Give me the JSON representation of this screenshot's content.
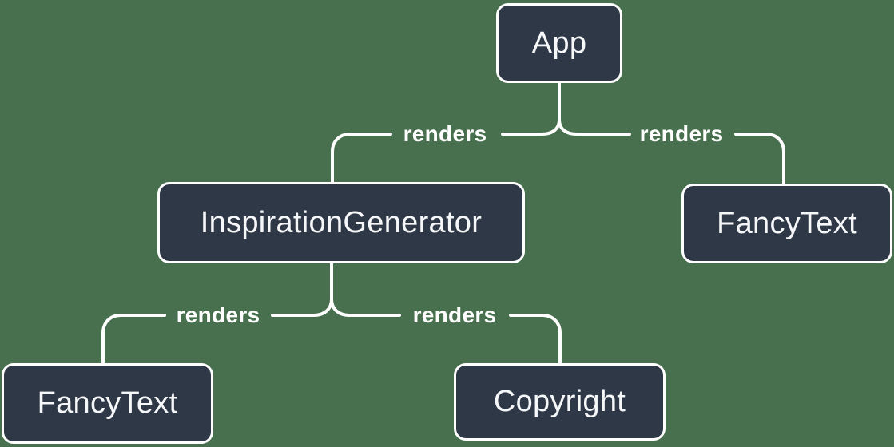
{
  "diagram": {
    "type": "component-render-tree",
    "colors": {
      "background": "#48704E",
      "node_fill": "#2F3847",
      "node_border": "#FFFFFF",
      "wire": "#FFFFFF",
      "node_text": "#F6F7F9",
      "edge_label_text": "#FFFFFF"
    },
    "nodes": {
      "app": {
        "label": "App"
      },
      "inspiration_generator": {
        "label": "InspirationGenerator"
      },
      "fancy_text_top": {
        "label": "FancyText"
      },
      "fancy_text_bottom": {
        "label": "FancyText"
      },
      "copyright": {
        "label": "Copyright"
      }
    },
    "edges": [
      {
        "from": "App",
        "to": "InspirationGenerator",
        "label": "renders"
      },
      {
        "from": "App",
        "to": "FancyText",
        "label": "renders"
      },
      {
        "from": "InspirationGenerator",
        "to": "FancyText",
        "label": "renders"
      },
      {
        "from": "InspirationGenerator",
        "to": "Copyright",
        "label": "renders"
      }
    ]
  }
}
